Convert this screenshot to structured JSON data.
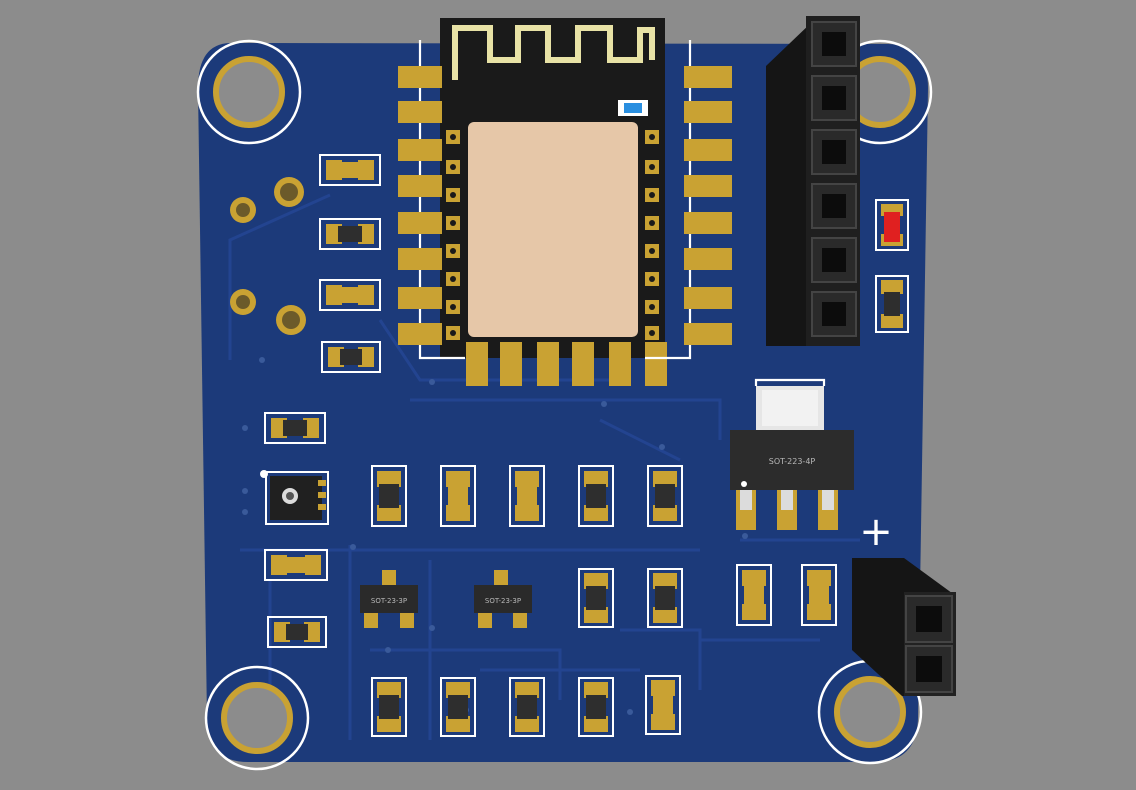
{
  "board": {
    "colors": {
      "background": "#8c8c8c",
      "pcb": "#1c3a7a",
      "trace": "#203f85",
      "silkscreen": "#ffffff",
      "pad_gold": "#c9a233",
      "module_shield": "#e6c7a8",
      "header_black": "#1a1a1a"
    },
    "markings": {
      "regulator": "SOT-223-4P",
      "transistor_left": "SOT-23-3P",
      "transistor_right": "SOT-23-3P",
      "polarity": "+"
    },
    "components": {
      "wifi_module": "ESP-12 style module with PCB antenna",
      "pin_header_6": "1x6 female header",
      "pin_header_2": "1x2 female header",
      "led": "red SMD LED"
    }
  }
}
